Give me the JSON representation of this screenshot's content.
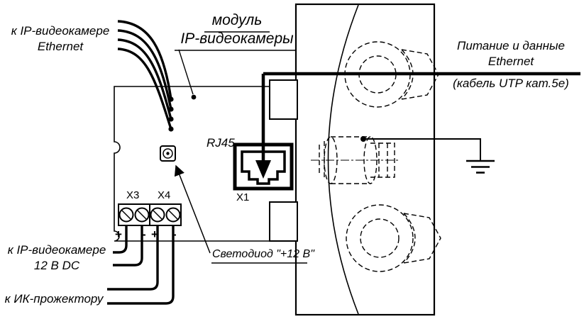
{
  "colors": {
    "ink": "#000000",
    "background": "#ffffff"
  },
  "labels": {
    "camera_ethernet_1": "к IP-видеокамере",
    "camera_ethernet_2": "Ethernet",
    "module_title_1": "модуль",
    "module_title_2": "IP-видеокамеры",
    "rj45": "RJ45",
    "x1": "X1",
    "x3": "X3",
    "x4": "X4",
    "plus": "+",
    "minus": "-",
    "led": "Светодиод \"+12 В\"",
    "camera_power_1": "к IP-видеокамере",
    "camera_power_2": "12 В DC",
    "ir_floodlight": "к ИК-прожектору",
    "power_data_1": "Питание и данные",
    "power_data_2": "Ethernet",
    "power_data_3": "(кабель UTP кат.5е)"
  }
}
